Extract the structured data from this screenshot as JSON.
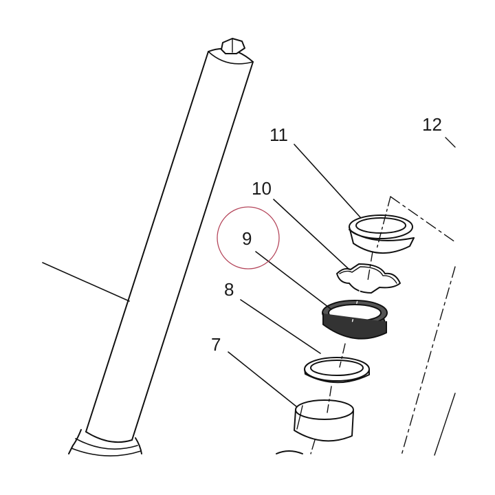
{
  "labels": {
    "l7": "7",
    "l8": "8",
    "l9": "9",
    "l10": "10",
    "l11": "11",
    "l12": "12"
  },
  "highlight_color": "#b4455a"
}
